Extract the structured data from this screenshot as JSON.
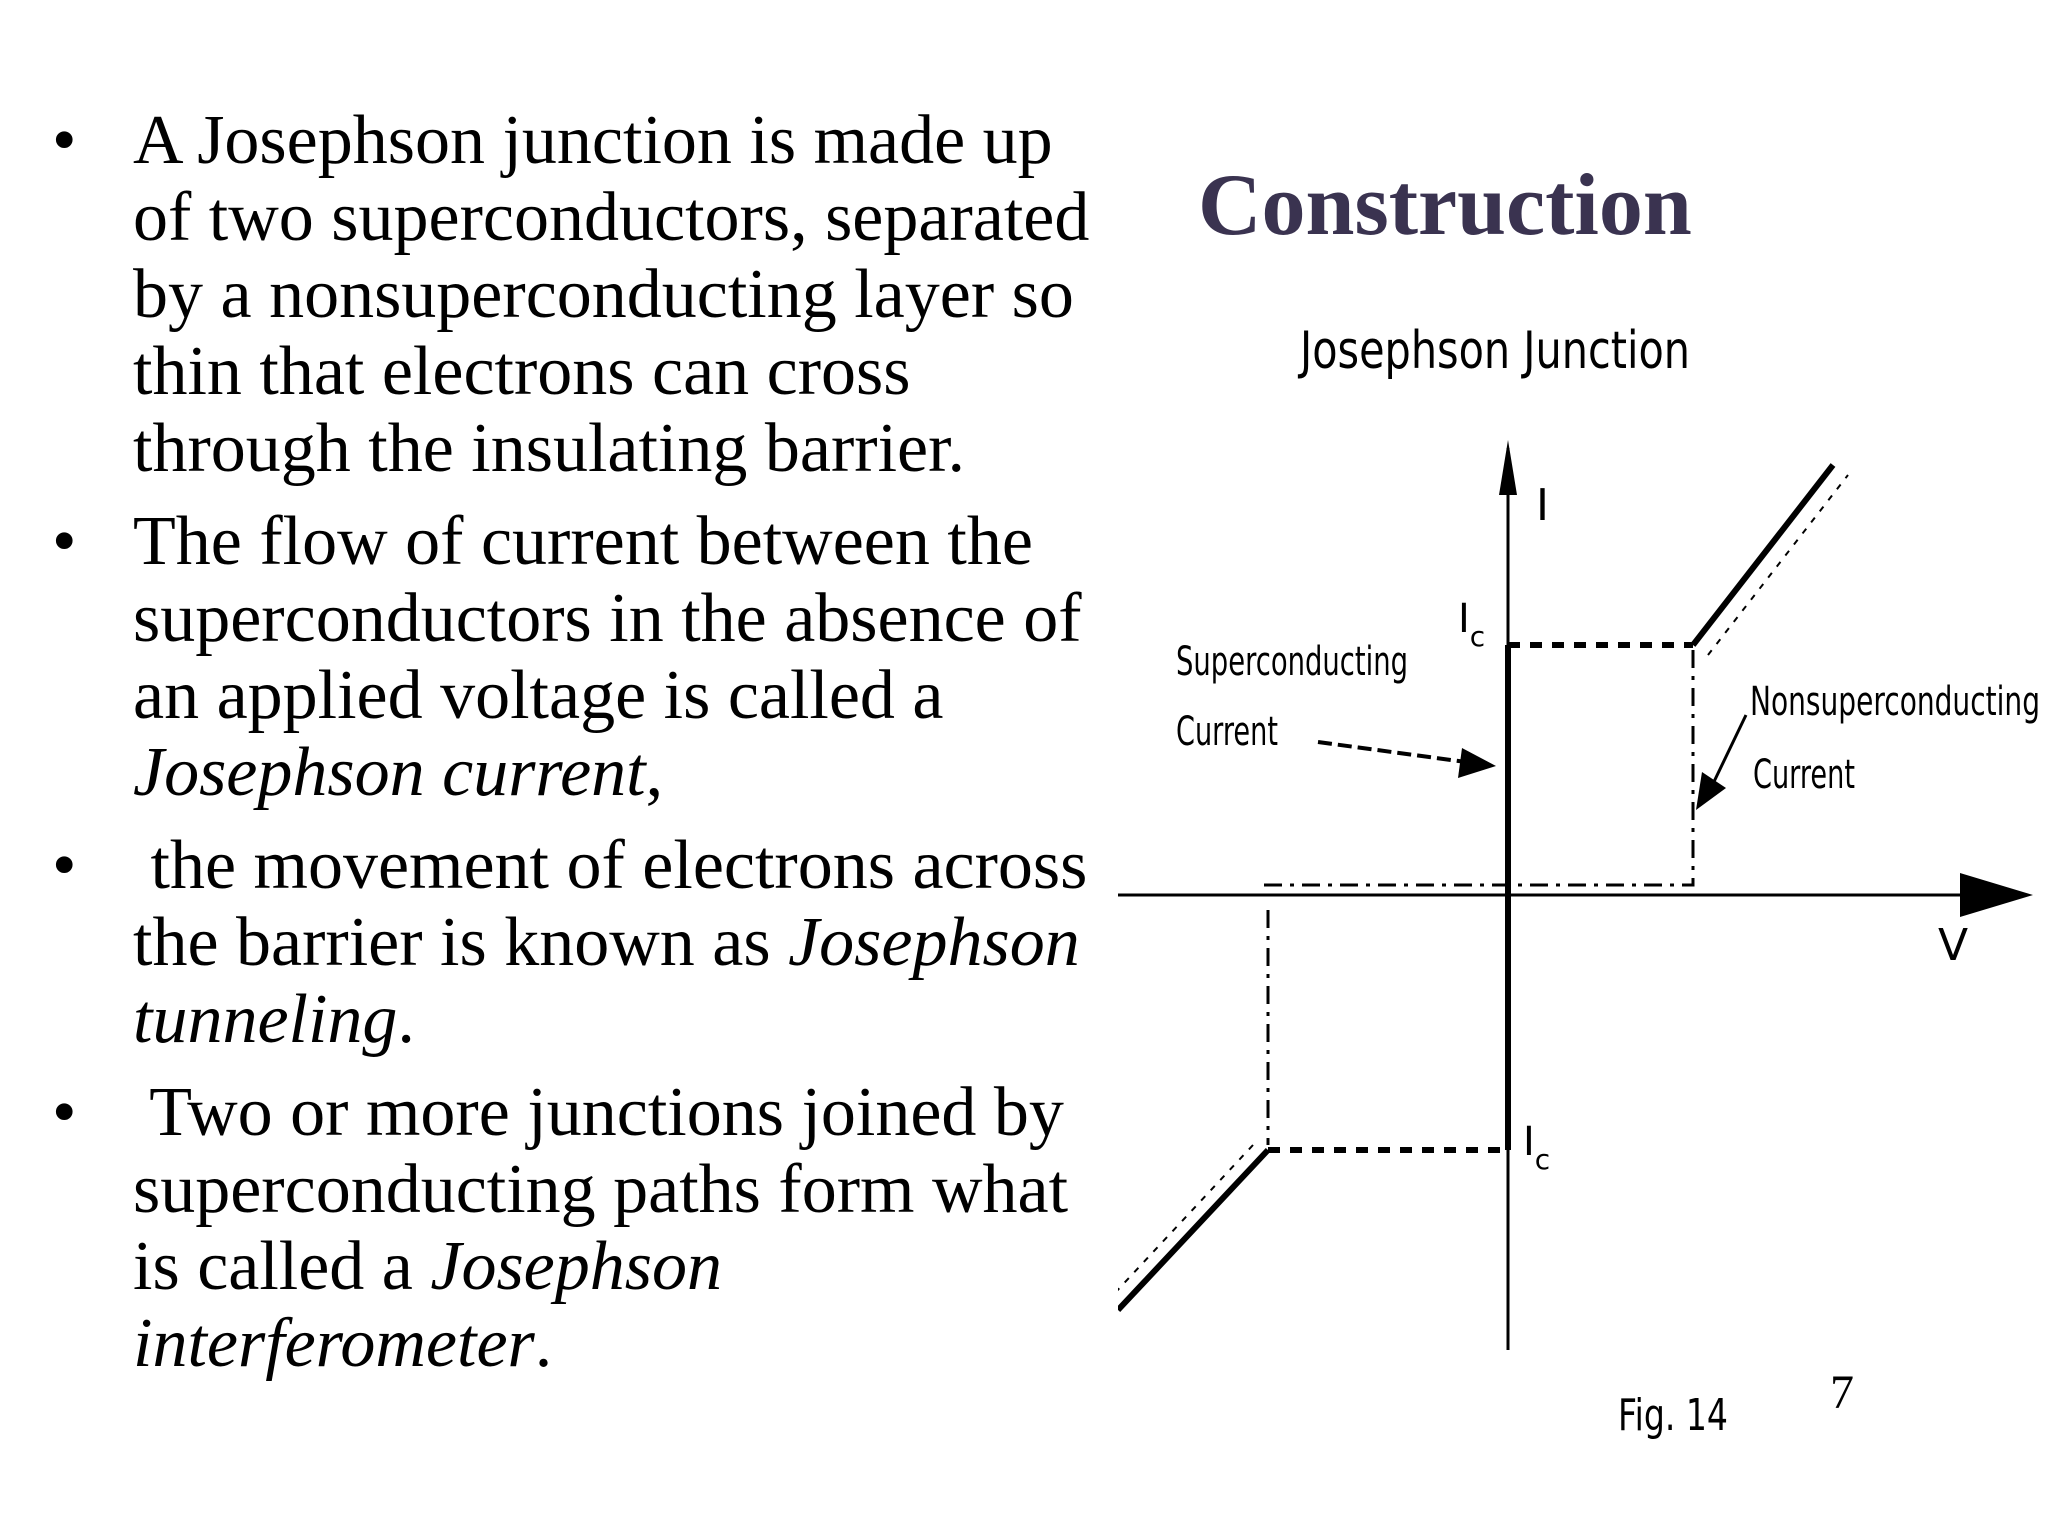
{
  "slide": {
    "title": "Construction",
    "page_number": "7",
    "bullets": [
      {
        "lead": "",
        "parts": [
          {
            "text": "A Josephson junction is made up of two superconductors, separated by a nonsuperconducting layer so thin that electrons can cross through the insulating barrier.",
            "italic": false
          }
        ]
      },
      {
        "lead": "",
        "parts": [
          {
            "text": "The flow of current between the superconductors in the absence of an applied voltage is called a ",
            "italic": false
          },
          {
            "text": "Josephson current",
            "italic": true
          },
          {
            "text": ",",
            "italic": false
          }
        ]
      },
      {
        "lead": " ",
        "parts": [
          {
            "text": "the movement of electrons across the barrier is known as ",
            "italic": false
          },
          {
            "text": "Josephson tunneling",
            "italic": true
          },
          {
            "text": ".",
            "italic": false
          }
        ]
      },
      {
        "lead": " ",
        "parts": [
          {
            "text": "Two or more junctions joined by superconducting paths form what is called a ",
            "italic": false
          },
          {
            "text": "Josephson interferometer",
            "italic": true
          },
          {
            "text": ".",
            "italic": false
          }
        ]
      }
    ]
  },
  "figure": {
    "title": "Josephson Junction",
    "axis_y_label": "I",
    "axis_x_label": "V",
    "critical_current_label": "I",
    "critical_current_subscript": "c",
    "superconducting_label_line1": "Superconducting",
    "superconducting_label_line2": "Current",
    "nonsuperconducting_label_line1": "Nonsuperconducting",
    "nonsuperconducting_label_line2": "Current",
    "caption": "Fig. 14"
  }
}
